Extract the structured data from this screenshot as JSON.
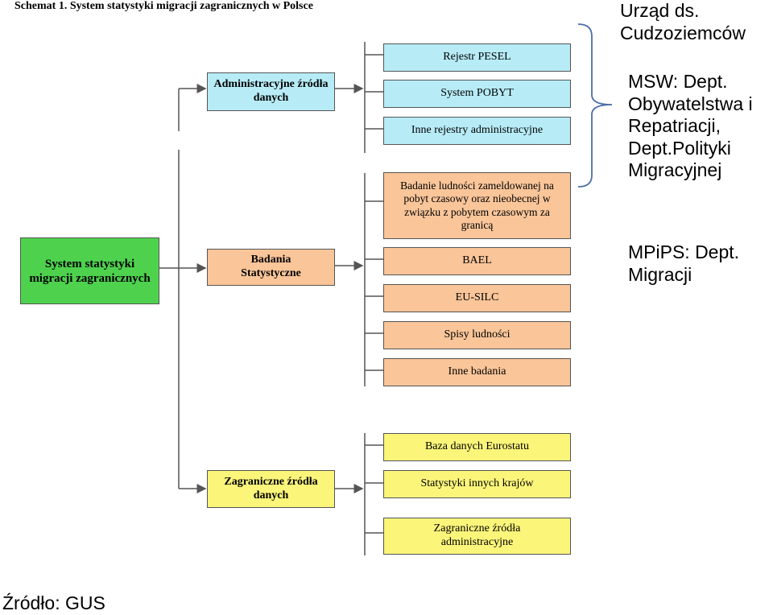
{
  "title": "Schemat 1. System statystyki migracji zagranicznych w Polsce",
  "root": "System statystyki migracji zagranicznych",
  "categories": {
    "admin": "Administracyjne źródła danych",
    "badania": "Badania Statystyczne",
    "zagraniczne": "Zagraniczne źródła danych"
  },
  "admin_items": [
    "Rejestr PESEL",
    "System POBYT",
    "Inne rejestry administracyjne"
  ],
  "badania_items": [
    "Badanie ludności zameldowanej na pobyt czasowy oraz nieobecnej w związku z pobytem czasowym za granicą",
    "BAEL",
    "EU-SILC",
    "Spisy ludności",
    "Inne badania"
  ],
  "zagraniczne_items": [
    "Baza danych Eurostatu",
    "Statystyki innych krajów",
    "Zagraniczne źródła administracyjne"
  ],
  "notes": {
    "udsc": "Urząd ds.\nCudzoziemców",
    "msw": "MSW: Dept.\nObywatelstwa i\nRepatriacji,\nDept.Polityki\nMigracyjnej",
    "mpips": "MPiPS: Dept.\nMigracji"
  },
  "source": "Źródło: GUS"
}
